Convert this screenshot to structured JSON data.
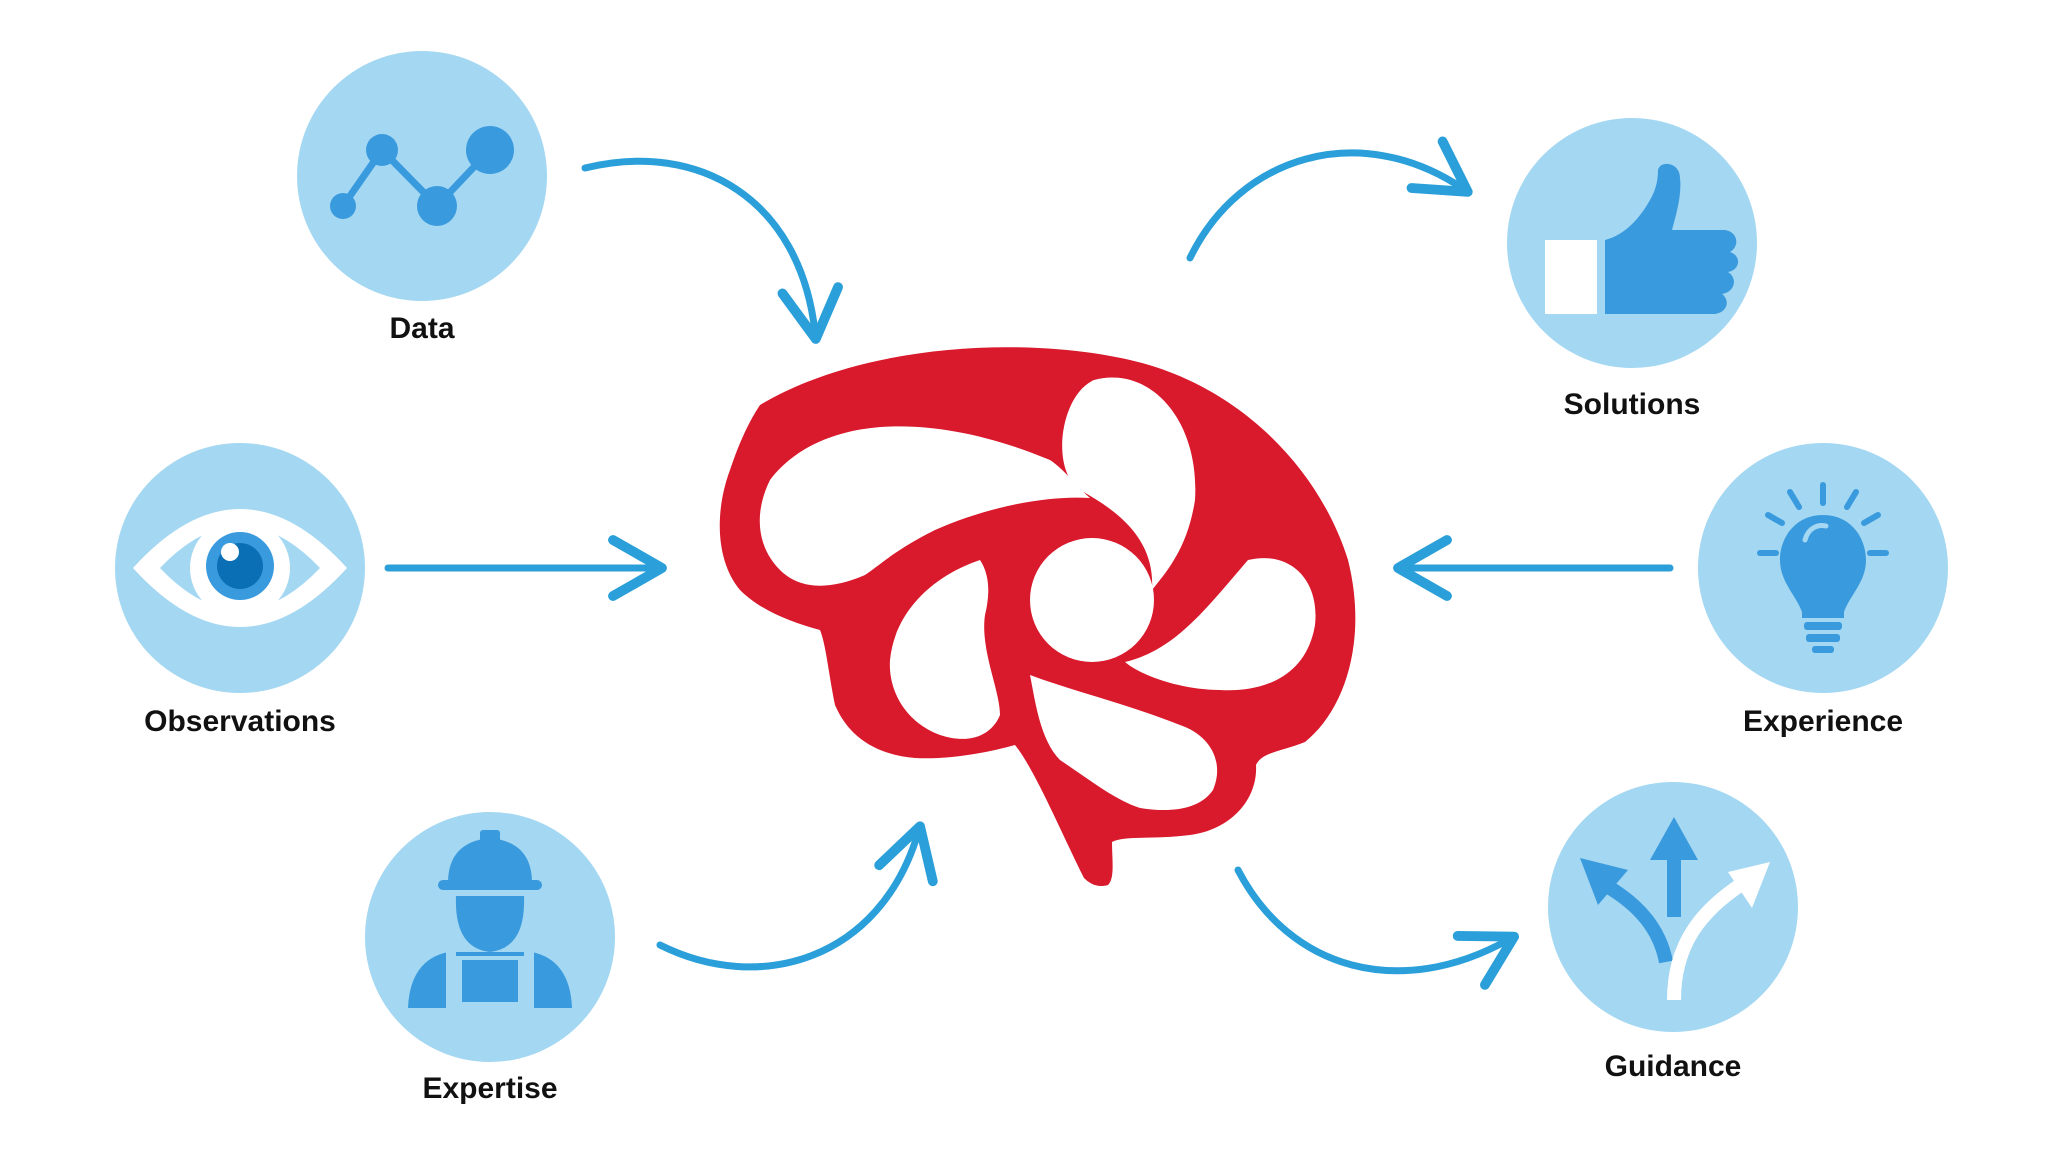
{
  "colors": {
    "circle_fill": "#a3d7f2",
    "icon_blue": "#3a9ade",
    "arrow_blue": "#2a9fd9",
    "brain_red": "#d9192c",
    "label_text": "#111111",
    "background": "#ffffff"
  },
  "inputs": [
    {
      "id": "data",
      "label": "Data",
      "icon": "line-graph-icon"
    },
    {
      "id": "observations",
      "label": "Observations",
      "icon": "eye-icon"
    },
    {
      "id": "expertise",
      "label": "Expertise",
      "icon": "worker-icon"
    }
  ],
  "center": {
    "icon": "brain-icon"
  },
  "outputs": [
    {
      "id": "solutions",
      "label": "Solutions",
      "icon": "thumbs-up-icon"
    },
    {
      "id": "experience",
      "label": "Experience",
      "icon": "lightbulb-icon"
    },
    {
      "id": "guidance",
      "label": "Guidance",
      "icon": "direction-arrows-icon"
    }
  ]
}
